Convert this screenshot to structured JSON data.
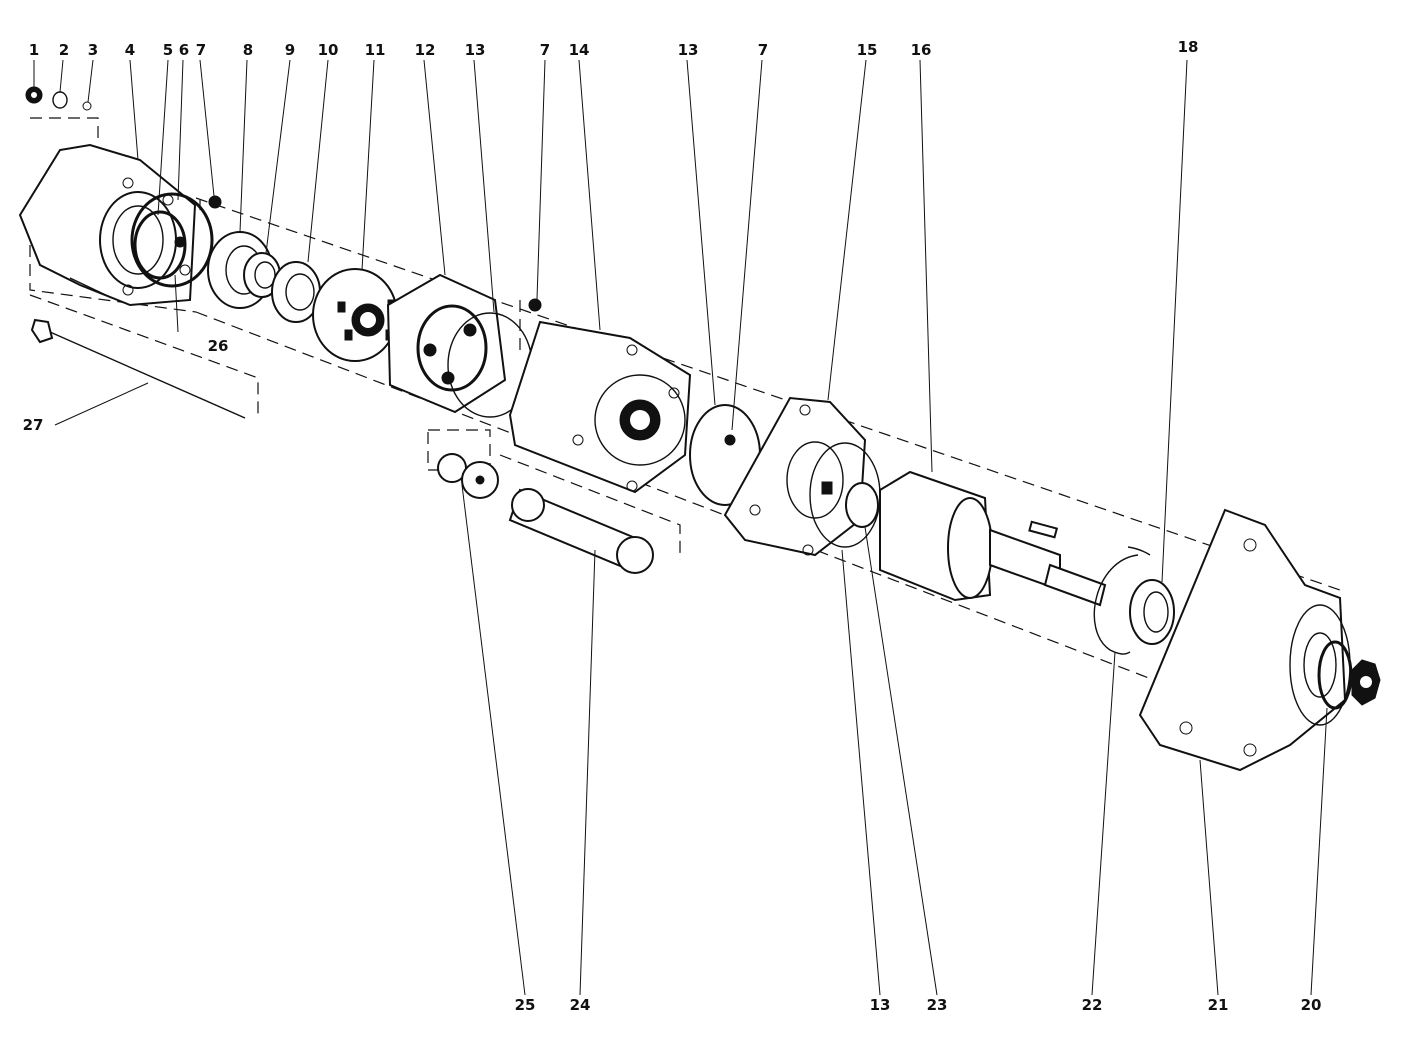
{
  "callouts": {
    "c1": "1",
    "c2": "2",
    "c3": "3",
    "c4": "4",
    "c5": "5",
    "c6": "6",
    "c7a": "7",
    "c8": "8",
    "c9": "9",
    "c10": "10",
    "c11": "11",
    "c12": "12",
    "c13a": "13",
    "c7b": "7",
    "c14": "14",
    "c13b": "13",
    "c7c": "7",
    "c15": "15",
    "c16": "16",
    "c18": "18",
    "c26": "26",
    "c27": "27",
    "c25": "25",
    "c24": "24",
    "c13c": "13",
    "c23": "23",
    "c22": "22",
    "c21": "21",
    "c20": "20"
  }
}
